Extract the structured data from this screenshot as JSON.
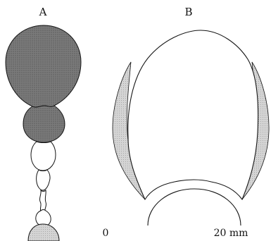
{
  "figure": {
    "panel_a_label": "A",
    "panel_b_label": "B",
    "scale_start": "0",
    "scale_end": "20 mm"
  },
  "colors": {
    "dark_fill": "#6e6e6e",
    "light_fill": "#c4c4c4",
    "outline": "#141414",
    "background": "#ffffff"
  }
}
